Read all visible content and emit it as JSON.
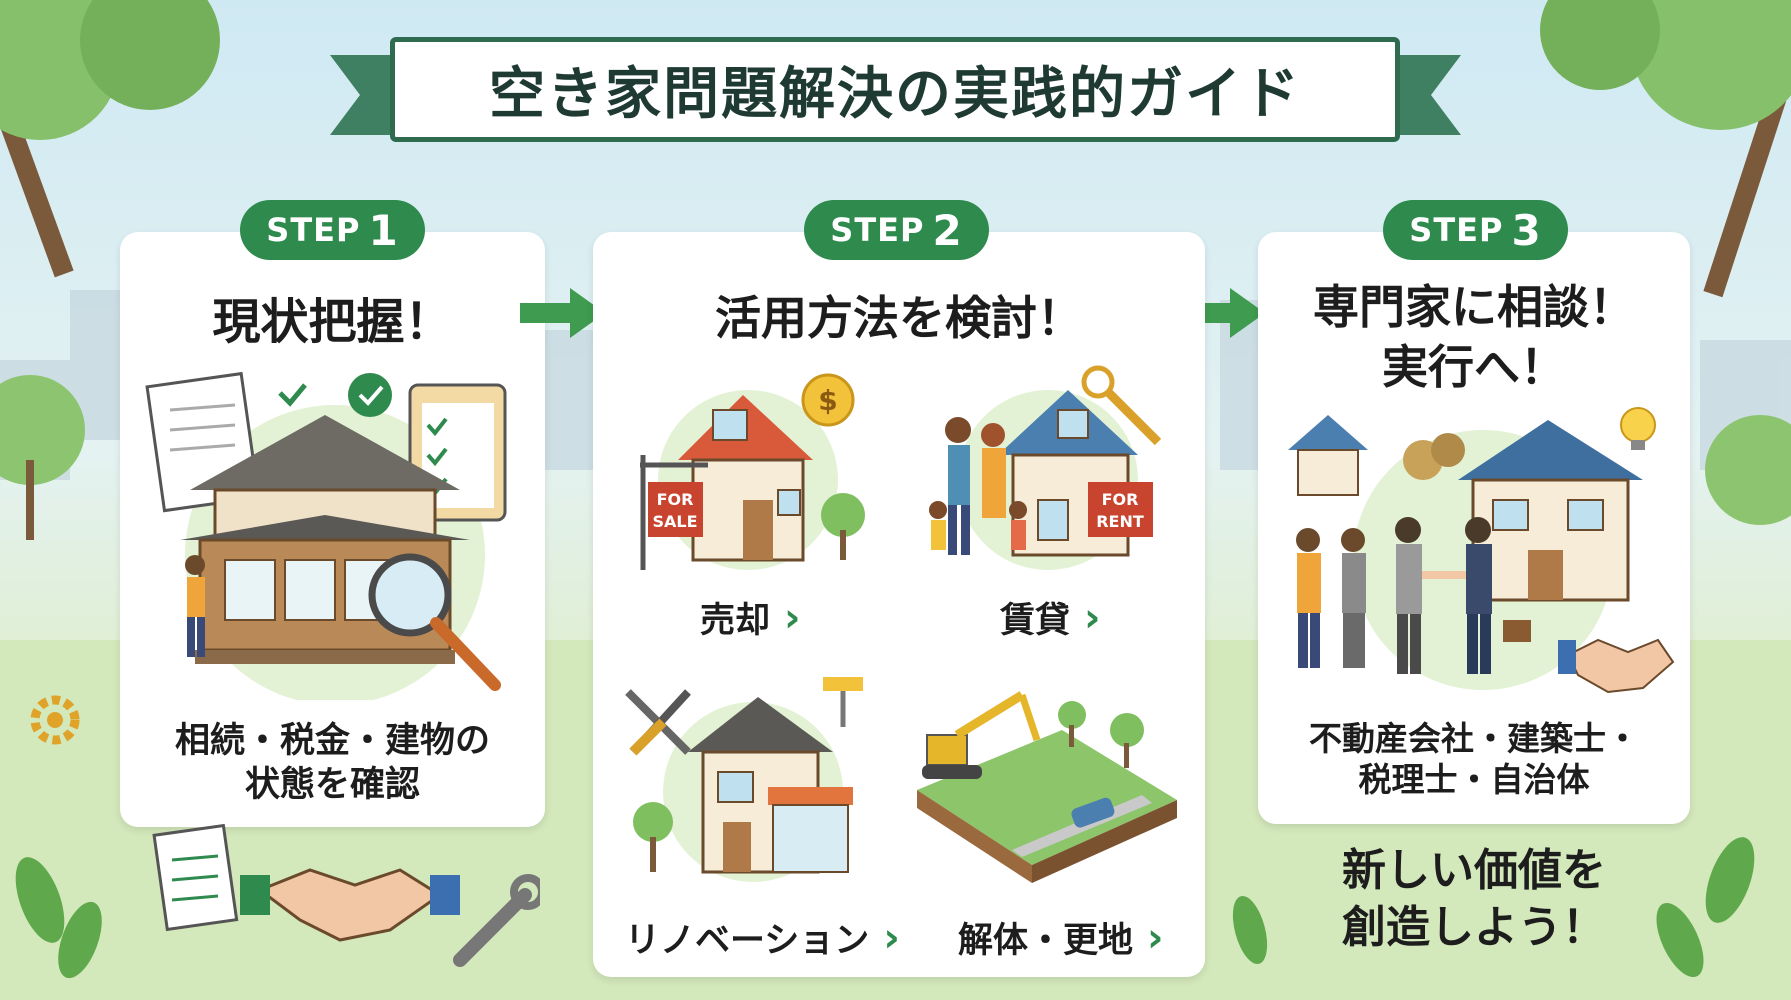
{
  "title": "空き家問題解決の実践的ガイド",
  "steps": [
    {
      "badge_word": "STEP",
      "badge_num": "1",
      "heading": "現状把握！",
      "caption_line1": "相続・税金・建物の",
      "caption_line2": "状態を確認"
    },
    {
      "badge_word": "STEP",
      "badge_num": "2",
      "heading": "活用方法を検討！",
      "options": [
        {
          "label": "売却",
          "sign": [
            "FOR",
            "SALE"
          ]
        },
        {
          "label": "賃貸",
          "sign": [
            "FOR",
            "RENT"
          ]
        },
        {
          "label": "リノベーション"
        },
        {
          "label": "解体・更地"
        }
      ]
    },
    {
      "badge_word": "STEP",
      "badge_num": "3",
      "heading_line1": "専門家に相談！",
      "heading_line2": "実行へ！",
      "caption_line1": "不動産会社・建築士・",
      "caption_line2": "税理士・自治体"
    }
  ],
  "closing_line1": "新しい価値を",
  "closing_line2": "創造しよう！",
  "colors": {
    "accent_green": "#2f8a4e",
    "title_border": "#2e6b4f",
    "sign_red": "#c8442e"
  }
}
